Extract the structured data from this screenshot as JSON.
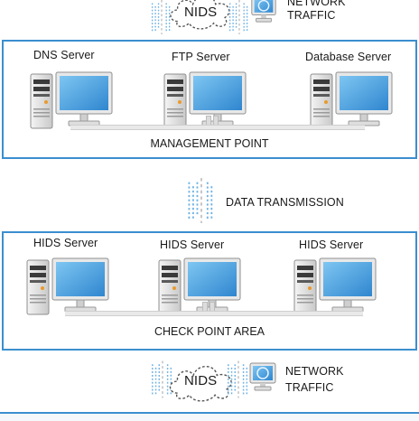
{
  "top_strip": {
    "nids_label": "NIDS",
    "network_traffic_line1": "NETWORK",
    "network_traffic_line2": "TRAFFIC"
  },
  "management_panel": {
    "servers": [
      "DNS Server",
      "FTP Server",
      "Database Server"
    ],
    "caption": "MANAGEMENT POINT"
  },
  "transmission": {
    "label": "DATA TRANSMISSION"
  },
  "checkpoint_panel": {
    "servers": [
      "HIDS Server",
      "HIDS Server",
      "HIDS Server"
    ],
    "caption": "CHECK POINT AREA"
  },
  "bottom_strip": {
    "nids_label": "NIDS",
    "network_traffic_line1": "NETWORK",
    "network_traffic_line2": "TRAFFIC"
  },
  "colors": {
    "panel_border": "#3b8fcf",
    "link_blue": "#6fb2e3",
    "monitor_blue": "#4aa3e0"
  },
  "icons": [
    "cloud-icon",
    "monitor-icon",
    "server-tower-icon",
    "data-link-icon"
  ]
}
